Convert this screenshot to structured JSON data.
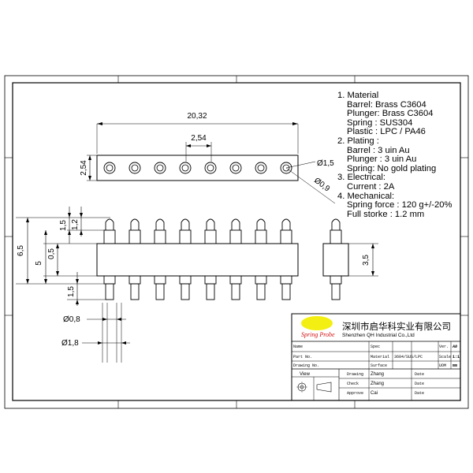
{
  "dimensions": {
    "total_width": "20,32",
    "pitch": "2,54",
    "row_height": "2,54",
    "hole_dia": "Ø1,5",
    "pin_dia": "Ø0,9",
    "h_1_5": "1,5",
    "h_1_2": "1,2",
    "h_6_5": "6,5",
    "h_0_5": "0,5",
    "h_5": "5",
    "h_1_5b": "1,5",
    "tail_dia": "Ø0,8",
    "body_dia": "Ø1,8",
    "side_height": "3,5"
  },
  "notes": [
    {
      "text": "1. Material",
      "sub": false
    },
    {
      "text": "Barrel: Brass C3604",
      "sub": true
    },
    {
      "text": "Plunger: Brass C3604",
      "sub": true
    },
    {
      "text": "Spring : SUS304",
      "sub": true
    },
    {
      "text": "Plastic : LPC / PA46",
      "sub": true
    },
    {
      "text": "2. Plating :",
      "sub": false
    },
    {
      "text": "Barrel : 3 uin Au",
      "sub": true
    },
    {
      "text": "Plunger : 3 uin Au",
      "sub": true
    },
    {
      "text": "Spring: No gold plating",
      "sub": true
    },
    {
      "text": "3. Electrical:",
      "sub": false
    },
    {
      "text": "Current : 2A",
      "sub": true
    },
    {
      "text": "4. Mechanical:",
      "sub": false
    },
    {
      "text": "Spring force : 120 g+/-20%",
      "sub": true
    },
    {
      "text": "Full storke : 1.2 mm",
      "sub": true
    }
  ],
  "title_block": {
    "logo_text": "Spring Probe",
    "company_cn": "深圳市启华科实业有限公司",
    "company_en": "Shenzhen QH Industrial Co.,Ltd",
    "name": "Name",
    "part_no": "Part No.",
    "drawing_no": "Drawing No.",
    "spec": "Spec",
    "material": "Material",
    "material_val": "3604/SUS/LPC",
    "surface": "Surface",
    "ver": "Ver.",
    "ver_val": "A0",
    "scale": "Scale",
    "scale_val": "1:1",
    "uom": "UOM",
    "uom_val": "mm",
    "view": "View",
    "drawing": "Drawing",
    "check": "Check",
    "approve": "Approve",
    "drawing_by": "Zhang",
    "check_by": "Zhang",
    "approve_by": "Cai",
    "date": "Date"
  }
}
